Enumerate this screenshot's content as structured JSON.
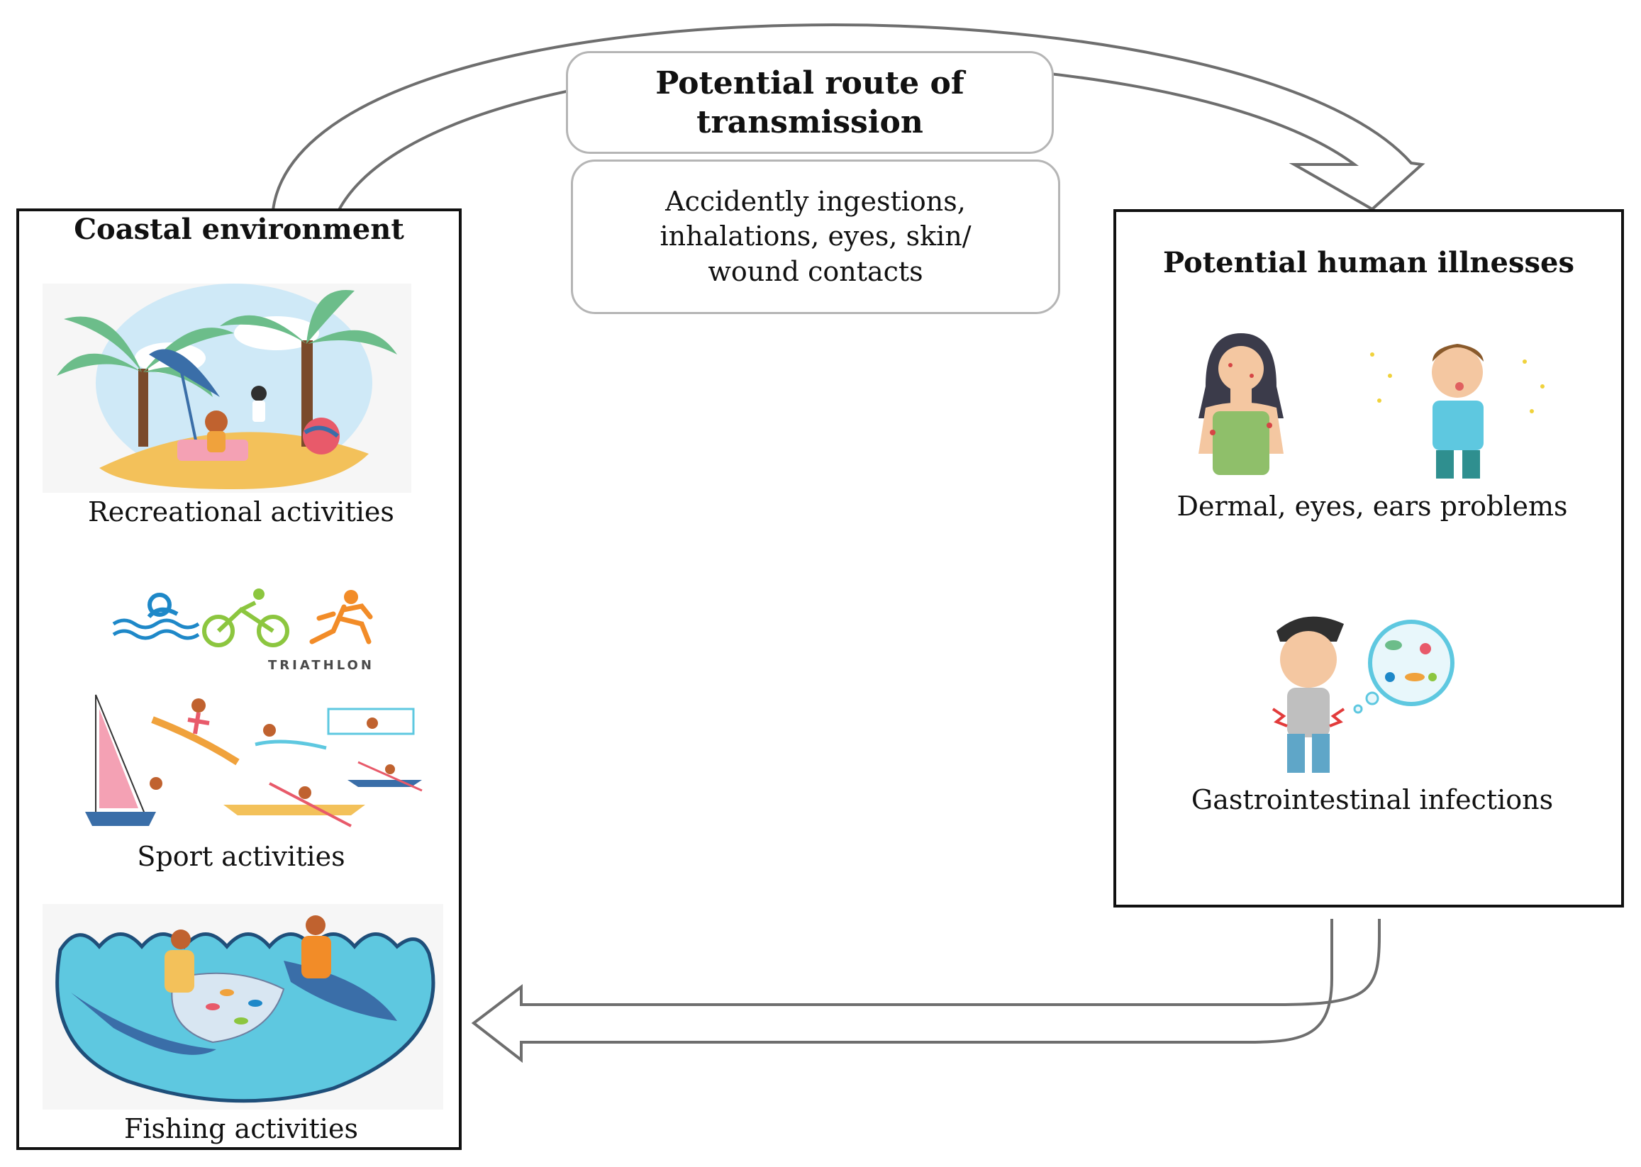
{
  "route": {
    "title": "Potential route of transmission",
    "description": "Accidently ingestions, inhalations, eyes, skin/ wound contacts"
  },
  "coastal": {
    "title": "Coastal environment",
    "recreational_label": "Recreational activities",
    "triathlon_label": "TRIATHLON",
    "sport_label": "Sport activities",
    "fishing_label": "Fishing activities"
  },
  "illnesses": {
    "title": "Potential human illnesses",
    "dermal_label": "Dermal, eyes, ears problems",
    "gastro_label": "Gastrointestinal infections"
  },
  "colors": {
    "border": "#111111",
    "arrow_stroke": "#6e6e6e",
    "bubble_border": "#b5b5b5",
    "sea": "#5ec8e0",
    "sand": "#f3c15a",
    "palm": "#6cbd8a"
  }
}
